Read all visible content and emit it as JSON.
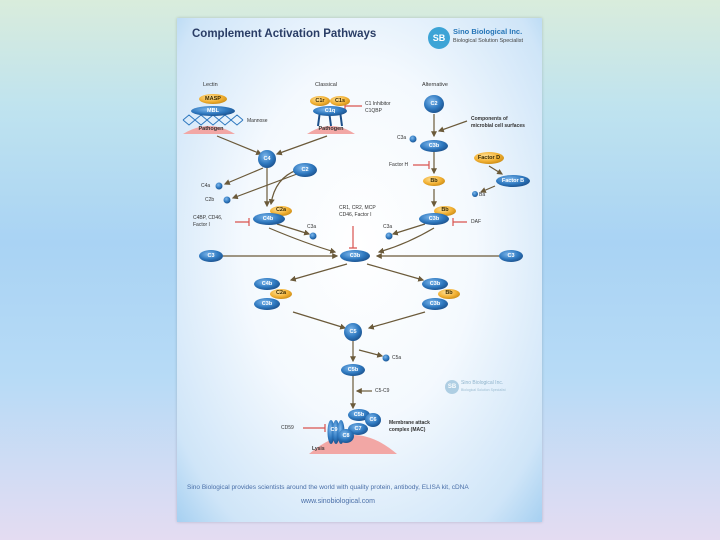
{
  "title": "Complement Activation Pathways",
  "logo": {
    "mark": "SB",
    "name": "Sino Biological Inc.",
    "tagline": "Biological Solution Specialist"
  },
  "headers": {
    "lectin": "Lectin",
    "classical": "Classical",
    "alternative": "Alternative"
  },
  "molecules": {
    "masp": "MASP",
    "mbl": "MBL",
    "c1r": "C1r",
    "c1s": "C1s",
    "c1q": "C1q",
    "c2_alt": "C2",
    "c3b_alt": "C3b",
    "factor_d": "Factor D",
    "factor_b": "Factor B",
    "bb1": "Bb",
    "bb2": "Bb",
    "c3b2": "C3b",
    "c4": "C4",
    "c2_main": "C2",
    "c4b1": "C4b",
    "c2a1": "C2a",
    "c3_left": "C3",
    "c3_right": "C3",
    "c3b_center": "C3b",
    "c4b2": "C4b",
    "c2a2": "C2a",
    "c3b3": "C3b",
    "c3b4": "C3b",
    "bb3": "Bb",
    "c3b5": "C3b",
    "c5": "C5",
    "c5b": "C5b",
    "c5b_mac": "C5b",
    "c6": "C6",
    "c7": "C7",
    "c8": "C8",
    "c9": "C9"
  },
  "labels": {
    "mannose": "Mannose",
    "pathogen_lectin": "Pathogen",
    "pathogen_classical": "Pathogen",
    "c1_inhibitor": "C1 Inhibitor",
    "c1qbp": "C1QBP",
    "components": "Components of",
    "components2": "microbial cell surfaces",
    "c3a_alt": "C3a",
    "factor_h": "Factor H",
    "ba": "Ba",
    "c4a": "C4a",
    "c2b": "C2b",
    "c4bp1": "C4BP, CD46,",
    "c4bp2": "Factor I",
    "cr1_1": "CR1, CR2, MCP",
    "cr1_2": "CD46, Factor I",
    "c3a_left": "C3a",
    "c3a_right": "C3a",
    "daf": "DAF",
    "c5a": "C5a",
    "c5_c9": "C5-C9",
    "cd59": "CD59",
    "mac1": "Membrane attack",
    "mac2": "complex (MAC)",
    "lysis": "Lysis"
  },
  "watermark": {
    "mark": "SB",
    "name": "Sino Biological Inc.",
    "tagline": "Biological Solution Specialist"
  },
  "footer": "Sino Biological provides scientists around the world with quality protein, antibody, ELISA kit, cDNA",
  "url": "www.sinobiological.com",
  "colors": {
    "protein_blue": "#2e78bf",
    "factor_orange": "#f2b134",
    "membrane_pink": "#f2a7a5",
    "arrow": "#6b5a3a",
    "inhibit": "#d9534f",
    "text_blue": "#4a6fa8"
  }
}
